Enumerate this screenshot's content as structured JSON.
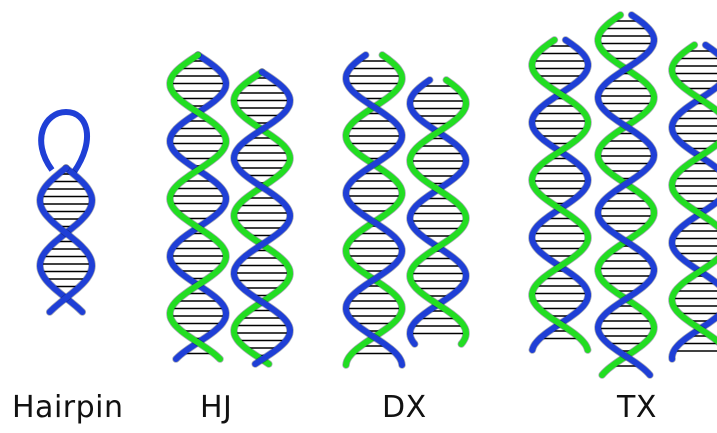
{
  "structures": [
    {
      "name": "hairpin",
      "label": "Hairpin",
      "strands": [
        "blue"
      ]
    },
    {
      "name": "hj",
      "label": "HJ",
      "strands": [
        "blue",
        "green"
      ]
    },
    {
      "name": "dx",
      "label": "DX",
      "strands": [
        "blue",
        "green"
      ]
    },
    {
      "name": "tx",
      "label": "TX",
      "strands": [
        "blue",
        "green"
      ]
    }
  ],
  "colors": {
    "blue_strand": "#1f3fd6",
    "green_strand": "#22dd22",
    "base_pair": "#000000",
    "background": "#ffffff"
  }
}
